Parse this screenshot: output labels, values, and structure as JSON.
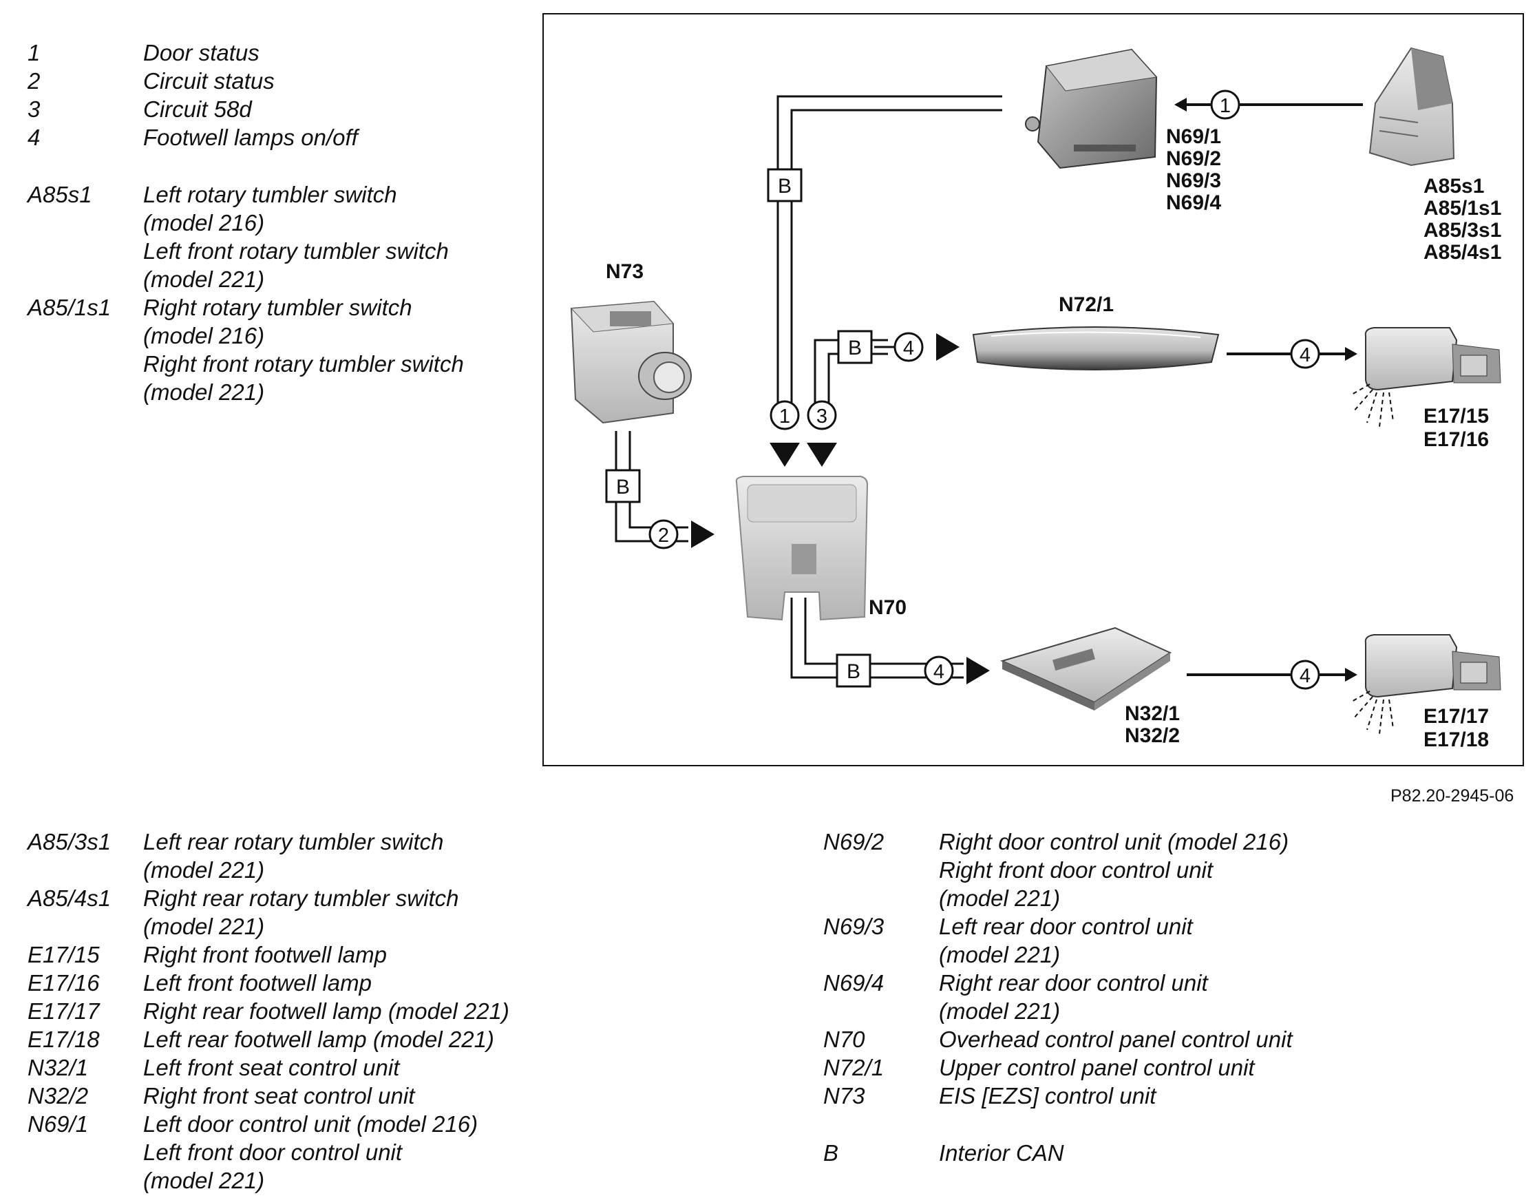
{
  "legend_top": [
    {
      "code": "1",
      "lines": [
        "Door status"
      ]
    },
    {
      "code": "2",
      "lines": [
        "Circuit status"
      ]
    },
    {
      "code": "3",
      "lines": [
        "Circuit 58d"
      ]
    },
    {
      "code": "4",
      "lines": [
        "Footwell lamps on/off"
      ]
    },
    {
      "code": "A85s1",
      "lines": [
        "Left rotary tumbler switch",
        "(model 216)",
        "Left front rotary tumbler switch",
        "(model 221)"
      ]
    },
    {
      "code": "A85/1s1",
      "lines": [
        "Right rotary tumbler switch",
        "(model 216)",
        "Right front rotary tumbler switch",
        "(model 221)"
      ]
    }
  ],
  "legend_bottom_left": [
    {
      "code": "A85/3s1",
      "lines": [
        "Left rear rotary tumbler switch",
        "(model 221)"
      ]
    },
    {
      "code": "A85/4s1",
      "lines": [
        "Right rear rotary tumbler switch",
        "(model 221)"
      ]
    },
    {
      "code": "E17/15",
      "lines": [
        "Right front footwell lamp"
      ]
    },
    {
      "code": "E17/16",
      "lines": [
        "Left front footwell lamp"
      ]
    },
    {
      "code": "E17/17",
      "lines": [
        "Right rear footwell lamp (model 221)"
      ]
    },
    {
      "code": "E17/18",
      "lines": [
        "Left rear footwell lamp (model 221)"
      ]
    },
    {
      "code": "N32/1",
      "lines": [
        "Left front seat control unit"
      ]
    },
    {
      "code": "N32/2",
      "lines": [
        "Right front seat control unit"
      ]
    },
    {
      "code": "N69/1",
      "lines": [
        "Left door control unit (model 216)",
        "Left front door control unit",
        "(model 221)"
      ]
    }
  ],
  "legend_bottom_right": [
    {
      "code": "N69/2",
      "lines": [
        "Right door control unit (model 216)",
        "Right front door control unit",
        "(model 221)"
      ]
    },
    {
      "code": "N69/3",
      "lines": [
        "Left rear door control unit",
        "(model 221)"
      ]
    },
    {
      "code": "N69/4",
      "lines": [
        "Right rear door control unit",
        "(model 221)"
      ]
    },
    {
      "code": "N70",
      "lines": [
        "Overhead control panel control unit"
      ]
    },
    {
      "code": "N72/1",
      "lines": [
        "Upper control panel control unit"
      ]
    },
    {
      "code": "N73",
      "lines": [
        "EIS [EZS] control unit"
      ]
    },
    {
      "code": "B",
      "lines": [
        "Interior CAN"
      ],
      "gap_before": true
    }
  ],
  "figure_id": "P82.20-2945-06",
  "diagram": {
    "components": {
      "n69": [
        "N69/1",
        "N69/2",
        "N69/3",
        "N69/4"
      ],
      "a85": [
        "A85s1",
        "A85/1s1",
        "A85/3s1",
        "A85/4s1"
      ],
      "n73": "N73",
      "n72": "N72/1",
      "n70": "N70",
      "n32": [
        "N32/1",
        "N32/2"
      ],
      "lamps_front": [
        "E17/15",
        "E17/16"
      ],
      "lamps_rear": [
        "E17/17",
        "E17/18"
      ]
    },
    "bus_label": "B",
    "signals": {
      "s1": "1",
      "s2": "2",
      "s3": "3",
      "s4": "4"
    }
  }
}
